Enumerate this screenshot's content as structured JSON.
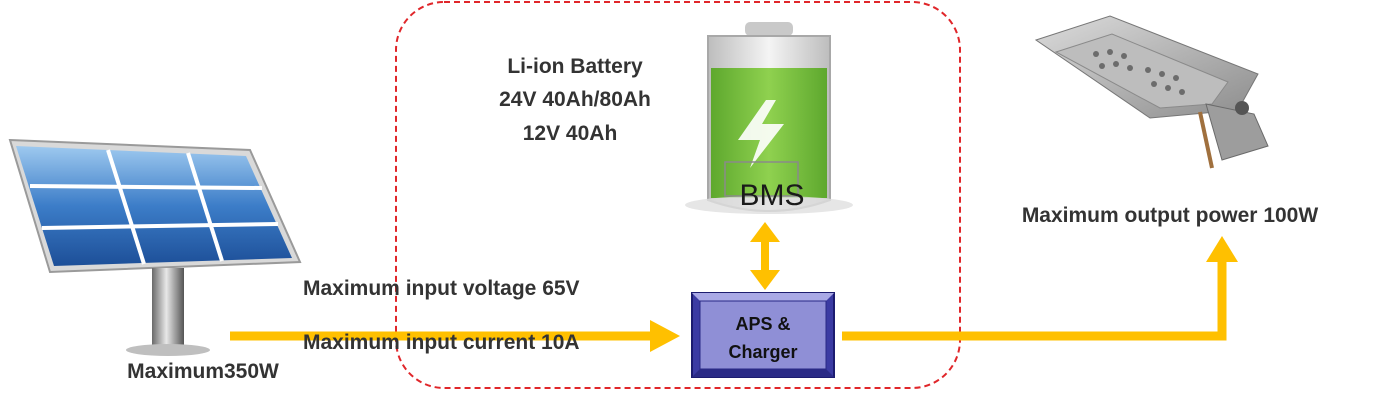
{
  "solar": {
    "label": "Maximum350W",
    "icon": "solar-panel-icon"
  },
  "input": {
    "voltage": "Maximum input voltage 65V",
    "current": "Maximum input current 10A"
  },
  "battery": {
    "lines": [
      "Li-ion Battery",
      "24V 40Ah/80Ah",
      "12V 40Ah"
    ],
    "bms_label": "BMS",
    "icon": "battery-icon"
  },
  "charger": {
    "line1": "APS &",
    "line2": "Charger"
  },
  "lamp": {
    "label": "Maximum output power 100W",
    "icon": "street-lamp-icon"
  },
  "colors": {
    "arrow": "#ffc000",
    "boundary": "#e0262a",
    "charger_fill": "#8f8fd6",
    "charger_border": "#2a2a86",
    "battery_green": "#7cc242"
  }
}
